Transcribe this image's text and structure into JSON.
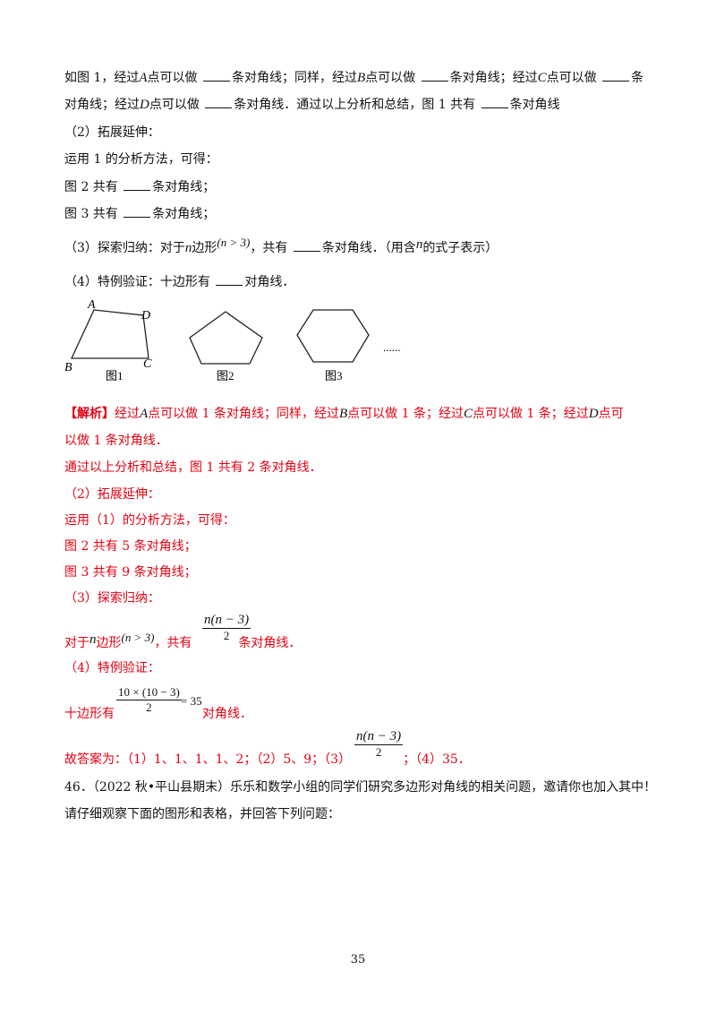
{
  "problem": {
    "line1": {
      "p1": "如图 1，经过",
      "v1": "A",
      "p2": "点可以做",
      "p3": "条对角线；同样，经过",
      "v2": "B",
      "p4": "点可以做",
      "p5": "条对角线；经过",
      "v3": "C",
      "p6": "点可以做",
      "p7": "条"
    },
    "line2": {
      "p1": "对角线；经过",
      "v1": "D",
      "p2": "点可以做",
      "p3": "条对角线．通过以上分析和总结，图 1 共有",
      "p4": "条对角线"
    },
    "q2_title": "（2）拓展延伸：",
    "q2_method": "运用 1 的分析方法，可得：",
    "q2_fig2": {
      "p1": "图 2 共有",
      "p2": "条对角线；"
    },
    "q2_fig3": {
      "p1": "图 3 共有",
      "p2": "条对角线；"
    },
    "q3": {
      "p1": "（3）探索归纳：对于",
      "n": "n",
      "p2": "边形",
      "cond": "(n > 3)",
      "p3": "，共有",
      "p4": "条对角线．（用含",
      "n2": "n",
      "p5": "的式子表示）"
    },
    "q4": {
      "p1": "（4）特例验证：十边形有",
      "p2": "对角线．"
    }
  },
  "figures": {
    "fig1_caption": "图1",
    "fig2_caption": "图2",
    "fig3_caption": "图3",
    "ellipsis": "......",
    "vertex_a": "A",
    "vertex_b": "B",
    "vertex_c": "C",
    "vertex_d": "D"
  },
  "solution": {
    "l1": {
      "tag": "【解析】",
      "p1": "经过",
      "v1": "A",
      "p2": "点可以做 1 条对角线；同样，经过",
      "v2": "B",
      "p3": "点可以做 1 条；经过",
      "v3": "C",
      "p4": "点可以做 1 条；经过",
      "v4": "D",
      "p5": "点可"
    },
    "l2": "以做 1 条对角线．",
    "l3": "通过以上分析和总结，图 1 共有 2 条对角线．",
    "l4": "（2）拓展延伸：",
    "l5": "运用（1）的分析方法，可得：",
    "l6": "图 2 共有 5 条对角线；",
    "l7": "图 3 共有 9 条对角线；",
    "l8": "（3）探索归纳：",
    "l9": {
      "p1": "对于",
      "n": "n",
      "p2": "边形",
      "cond": "(n > 3)",
      "p3": "，共有",
      "p4": "条对角线．",
      "frac_num": "n(n − 3)",
      "frac_den": "2"
    },
    "l10": "（4）特例验证：",
    "l11": {
      "p1": "十边形有",
      "p2": "对角线．",
      "frac_num": "10 × (10 − 3)",
      "frac_den": "2",
      "eq": "= 35"
    },
    "l12": {
      "p1": "故答案为：（1）1、1、1、1、2；（2）5、9；（3）",
      "p2": "；（4）35．",
      "frac_num": "n(n − 3)",
      "frac_den": "2"
    }
  },
  "next_problem": {
    "l1": "46．（2022 秋•平山县期末）乐乐和数学小组的同学们研究多边形对角线的相关问题，邀请你也加入其中！",
    "l2": "请仔细观察下面的图形和表格，并回答下列问题："
  },
  "page_number": "35",
  "colors": {
    "answer_red": "#e60012",
    "text": "#111111"
  }
}
